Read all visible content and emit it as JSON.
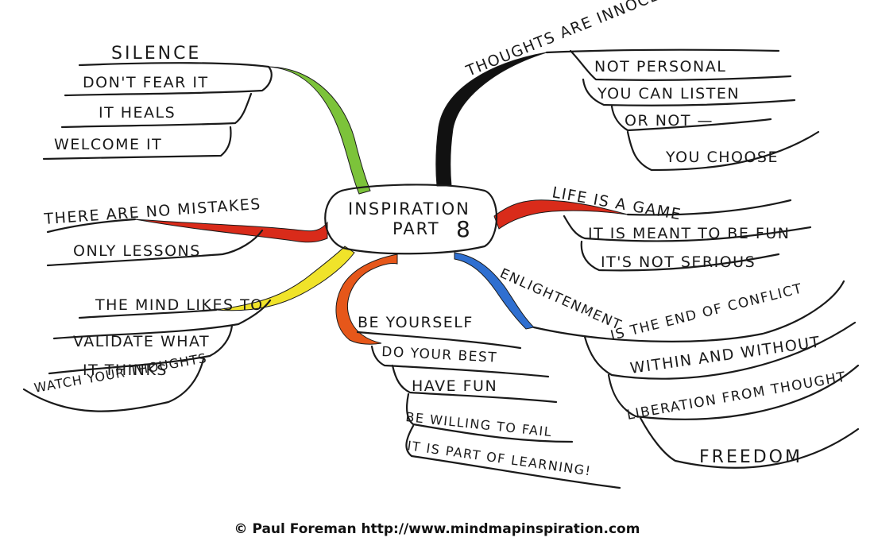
{
  "center": {
    "line1": "INSPIRATION",
    "line2": "PART",
    "number": "8"
  },
  "colors": {
    "green": "#7cc33a",
    "black": "#111111",
    "red": "#d92b1a",
    "yellow": "#f0e32a",
    "orange": "#e6571a",
    "blue": "#2f6fd0"
  },
  "branches": {
    "silence": {
      "title": "SILENCE",
      "items": [
        "DON'T FEAR IT",
        "IT HEALS",
        "WELCOME IT"
      ]
    },
    "thoughts": {
      "title": "THOUGHTS ARE INNOCENT",
      "items": [
        "NOT PERSONAL",
        "YOU CAN LISTEN",
        "OR NOT —",
        "YOU CHOOSE"
      ]
    },
    "mistakes": {
      "title": "THERE ARE NO MISTAKES",
      "items": [
        "ONLY LESSONS"
      ]
    },
    "life": {
      "title": "LIFE IS A GAME",
      "items": [
        "IT IS MEANT TO BE FUN",
        "IT'S NOT SERIOUS"
      ]
    },
    "mind": {
      "title": "THE MIND LIKES TO",
      "items": [
        "VALIDATE WHAT",
        "IT THINKS",
        "WATCH YOUR THOUGHTS"
      ]
    },
    "yourself": {
      "title": "BE YOURSELF",
      "items": [
        "DO YOUR BEST",
        "HAVE FUN",
        "BE WILLING TO FAIL",
        "IT IS PART OF LEARNING!"
      ]
    },
    "enlightenment": {
      "title": "ENLIGHTENMENT IS THE END OF CONFLICT",
      "items": [
        "WITHIN AND WITHOUT",
        "LIBERATION FROM THOUGHT",
        "FREEDOM"
      ]
    }
  },
  "credit": "© Paul Foreman http://www.mindmapinspiration.com"
}
